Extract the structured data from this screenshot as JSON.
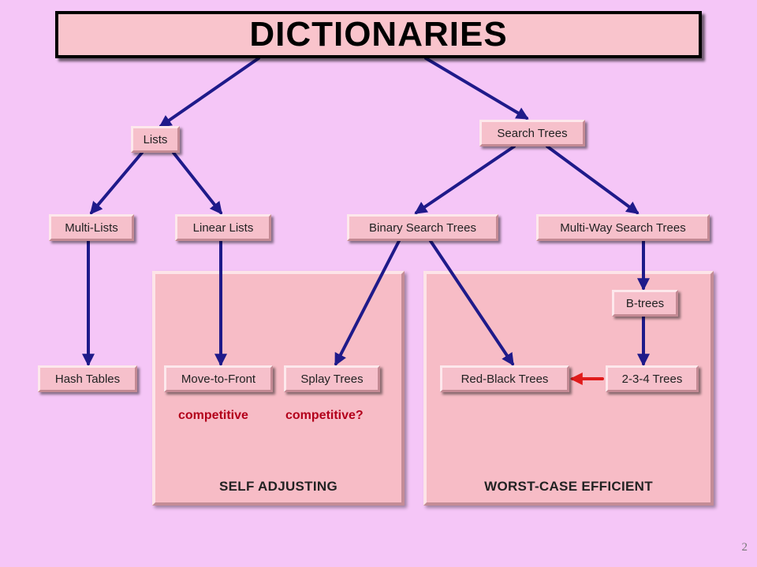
{
  "title": "DICTIONARIES",
  "nodes": {
    "lists": "Lists",
    "search_trees": "Search Trees",
    "multi_lists": "Multi-Lists",
    "linear_lists": "Linear Lists",
    "binary_search_trees": "Binary Search Trees",
    "multi_way_search_trees": "Multi-Way Search Trees",
    "b_trees": "B-trees",
    "hash_tables": "Hash Tables",
    "move_to_front": "Move-to-Front",
    "splay_trees": "Splay Trees",
    "red_black_trees": "Red-Black Trees",
    "two_three_four_trees": "2-3-4 Trees"
  },
  "notes": {
    "competitive": "competitive",
    "competitive_q": "competitive?"
  },
  "panels": {
    "self_adjusting": "SELF ADJUSTING",
    "worst_case": "WORST-CASE EFFICIENT"
  },
  "colors": {
    "arrow": "#1f1a8a",
    "accent_arrow": "#e01b1b",
    "note_text": "#b3001b"
  },
  "page_number": "2"
}
